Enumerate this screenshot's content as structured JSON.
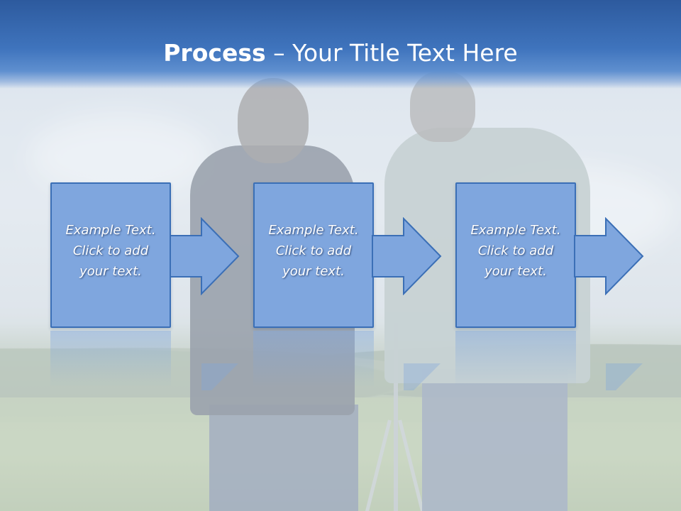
{
  "slide": {
    "title_bold": "Process",
    "title_rest": " – Your Title Text Here",
    "steps": [
      {
        "line1": "Example Text.",
        "line2": "Click  to add",
        "line3": "your text."
      },
      {
        "line1": "Example Text.",
        "line2": "Click  to add",
        "line3": "your text."
      },
      {
        "line1": "Example Text.",
        "line2": "Click  to add",
        "line3": "your text."
      }
    ]
  },
  "colors": {
    "title_bar": "#3f74bd",
    "box_fill": "#7fa6de",
    "box_border": "#3b6fb6",
    "text": "#ffffff"
  }
}
